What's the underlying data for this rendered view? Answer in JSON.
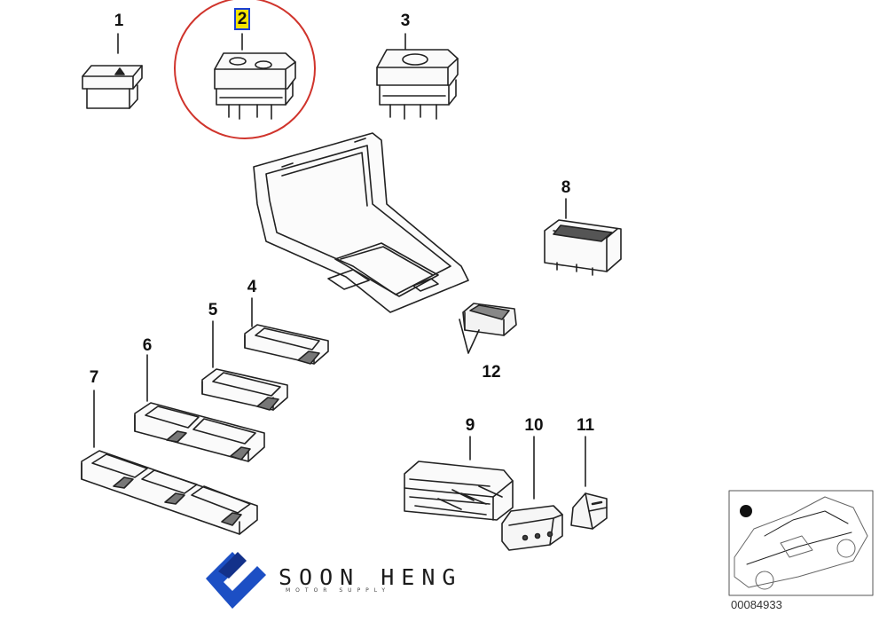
{
  "callouts": {
    "c1": "1",
    "c2": "2",
    "c3": "3",
    "c4": "4",
    "c5": "5",
    "c6": "6",
    "c7": "7",
    "c8": "8",
    "c9": "9",
    "c10": "10",
    "c11": "11",
    "c12": "12"
  },
  "highlighted_part": "2",
  "brand": {
    "name": "SOON HENG",
    "tagline": "MOTOR SUPPLY"
  },
  "diagram_code": "00084933",
  "colors": {
    "highlight_circle": "#d0342c",
    "highlight_fill": "#f3e400",
    "highlight_border": "#1a3fd6",
    "logo": "#1c4fc4"
  }
}
